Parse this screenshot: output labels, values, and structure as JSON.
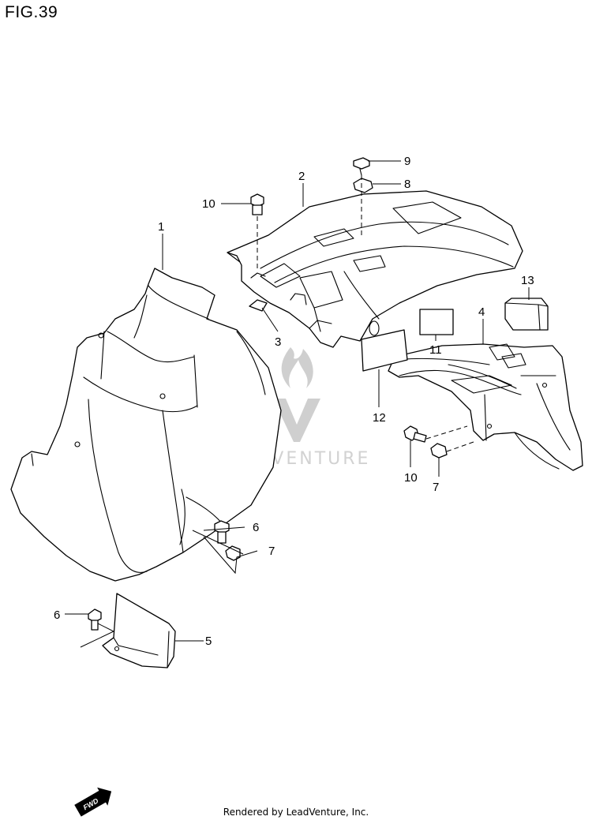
{
  "figure_title": "FIG.39",
  "watermark_text": "LEADVENTURE",
  "footer_text": "Rendered by LeadVenture, Inc.",
  "fwd_label": "FWD",
  "callouts": {
    "c1": "1",
    "c2": "2",
    "c3": "3",
    "c4": "4",
    "c5": "5",
    "c6a": "6",
    "c6b": "6",
    "c7a": "7",
    "c7b": "7",
    "c8": "8",
    "c9": "9",
    "c10a": "10",
    "c10b": "10",
    "c11": "11",
    "c12": "12",
    "c13": "13"
  }
}
